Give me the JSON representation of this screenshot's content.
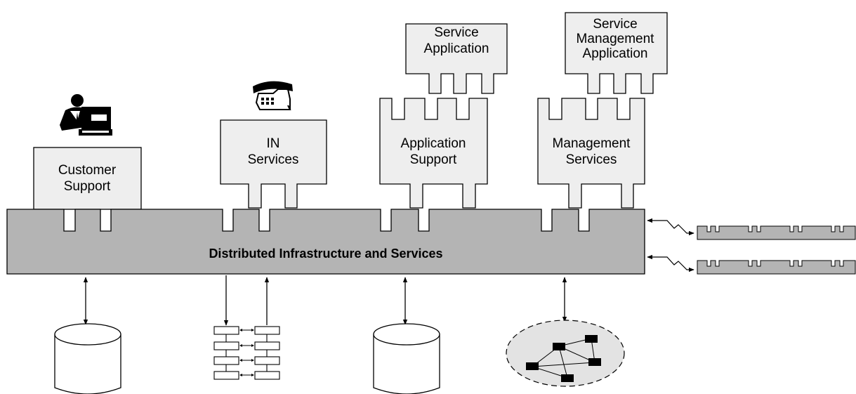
{
  "colors": {
    "background": "#ffffff",
    "box_fill": "#eeeeee",
    "bus_fill": "#b4b4b4",
    "network_fill": "#e3e3e3",
    "stroke": "#000000"
  },
  "components": {
    "customer_support": {
      "line1": "Customer",
      "line2": "Support"
    },
    "in_services": {
      "line1": "IN",
      "line2": "Services"
    },
    "application_support": {
      "line1": "Application",
      "line2": "Support"
    },
    "management_services": {
      "line1": "Management",
      "line2": "Services"
    },
    "service_application": {
      "line1": "Service",
      "line2": "Application"
    },
    "service_management_application": {
      "line1": "Service",
      "line2": "Management",
      "line3": "Application"
    }
  },
  "bus": {
    "label": "Distributed Infrastructure and Services"
  },
  "icons": {
    "operator": "operator-at-terminal-icon",
    "telephone": "telephone-icon",
    "database": "database-cylinder-icon",
    "switch_matrix": "switching-matrix-icon",
    "network": "network-cloud-icon",
    "external_bus": "external-bus-icon"
  }
}
